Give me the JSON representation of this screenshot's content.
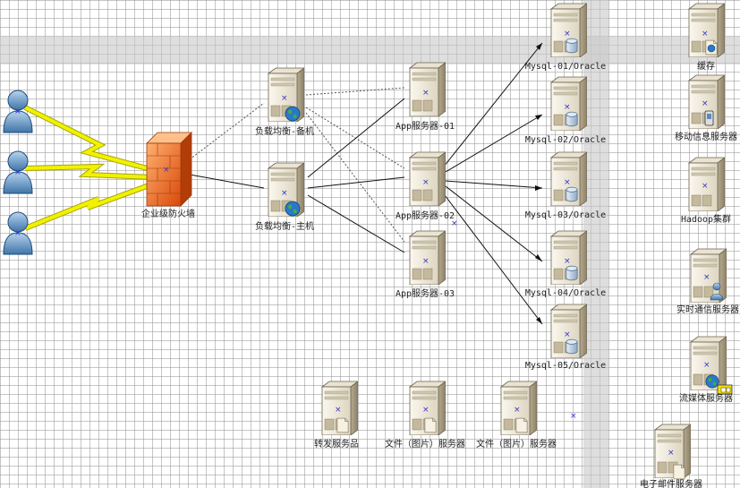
{
  "diagram": {
    "nodes": {
      "firewall": "企业级防火墙",
      "lb_backup": "负载均衡-备机",
      "lb_main": "负载均衡-主机",
      "app1": "App服务器-01",
      "app2": "App服务器-02",
      "app3": "App服务器-03",
      "mysql1": "Mysql-01/Oracle",
      "mysql2": "Mysql-02/Oracle",
      "mysql3": "Mysql-03/Oracle",
      "mysql4": "Mysql-04/Oracle",
      "mysql5": "Mysql-05/Oracle",
      "cache": "缓存",
      "mobile": "移动信息服务器",
      "hadoop": "Hadoop集群",
      "realtime": "实时通信服务器",
      "media": "流媒体服务器",
      "email": "电子邮件服务器",
      "forward": "转发服务品",
      "file1": "文件（图片）服务器",
      "file2": "文件（图片）服务器"
    },
    "edge_style": {
      "solid": "#111111",
      "dotted": "#555555",
      "lightning": "#f2f200",
      "lightning_edge": "#a6a600"
    }
  }
}
